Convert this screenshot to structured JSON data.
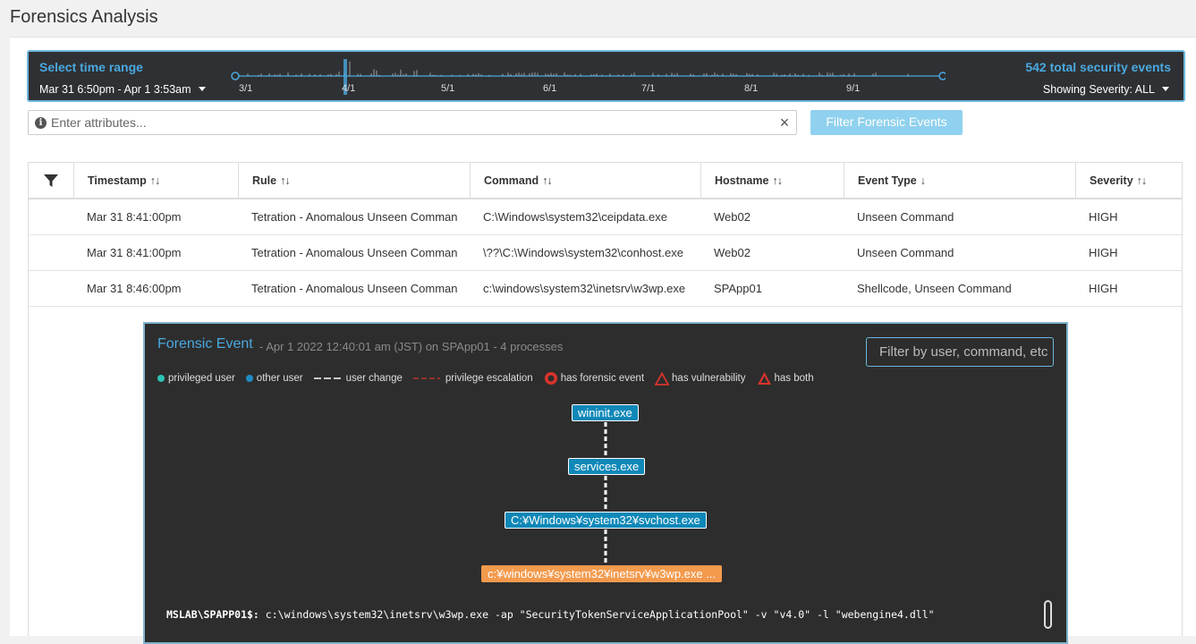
{
  "page": {
    "title": "Forensics Analysis"
  },
  "timebar": {
    "label": "Select time range",
    "range": "Mar 31 6:50pm - Apr 1 3:53am",
    "total": "542 total security events",
    "severity": "Showing Severity: ALL",
    "ticks": [
      "3/1",
      "4/1",
      "5/1",
      "6/1",
      "7/1",
      "8/1",
      "9/1"
    ],
    "colors": {
      "background": "#2f3033",
      "accent": "#4aa9df"
    }
  },
  "search": {
    "placeholder": "Enter attributes...",
    "value": "",
    "info_icon": "i",
    "clear_icon": "×",
    "button": "Filter Forensic Events"
  },
  "table": {
    "columns": [
      "Timestamp",
      "Rule",
      "Command",
      "Hostname",
      "Event Type",
      "Severity"
    ],
    "sort_icons": {
      "both": "↑↓",
      "desc": "↓"
    },
    "rows": [
      {
        "timestamp": "Mar 31 8:41:00pm",
        "rule": "Tetration - Anomalous Unseen Comman",
        "command": "C:\\Windows\\system32\\ceipdata.exe",
        "hostname": "Web02",
        "event_type": "Unseen Command",
        "severity": "HIGH"
      },
      {
        "timestamp": "Mar 31 8:41:00pm",
        "rule": "Tetration - Anomalous Unseen Comman",
        "command": "\\??\\C:\\Windows\\system32\\conhost.exe",
        "hostname": "Web02",
        "event_type": "Unseen Command",
        "severity": "HIGH"
      },
      {
        "timestamp": "Mar 31 8:46:00pm",
        "rule": "Tetration - Anomalous Unseen Comman",
        "command": "c:\\windows\\system32\\inetsrv\\w3wp.exe",
        "hostname": "SPApp01",
        "event_type": "Shellcode, Unseen Command",
        "severity": "HIGH"
      }
    ]
  },
  "forensic": {
    "title": "Forensic Event",
    "subtitle": "- Apr 1 2022 12:40:01 am (JST) on SPApp01 - 4 processes",
    "filter_placeholder": "Filter by user, command, etc",
    "legend": {
      "privileged": "privileged user",
      "other": "other user",
      "user_change": "user change",
      "escalation": "privilege escalation",
      "forensic": "has forensic event",
      "vuln": "has vulnerability",
      "both": "has both"
    },
    "nodes": [
      "wininit.exe",
      "services.exe",
      "C:¥Windows¥system32¥svchost.exe",
      "c:¥windows¥system32¥inetsrv¥w3wp.exe ..."
    ],
    "command_prompt": "MSLAB\\SPAPP01$:",
    "command_text": "c:\\windows\\system32\\inetsrv\\w3wp.exe -ap \"SecurityTokenServiceApplicationPool\" -v \"v4.0\" -l \"webengine4.dll\""
  }
}
